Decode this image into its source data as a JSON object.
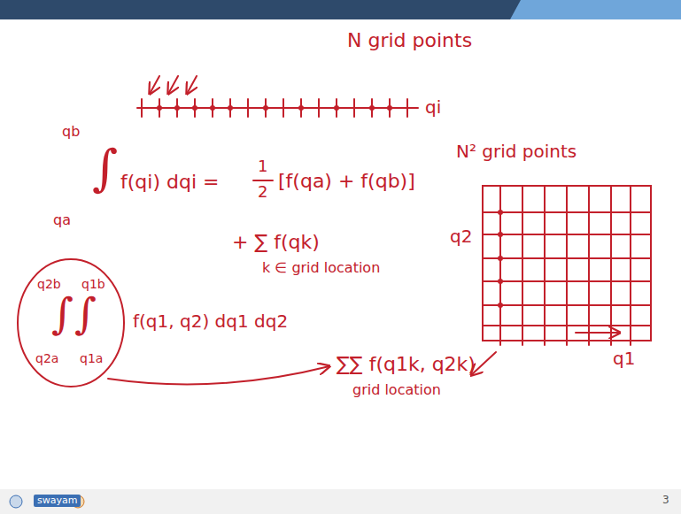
{
  "diagram": {
    "labels": [
      "N grid points",
      "qi",
      "qb",
      "∫",
      "qa",
      "f(qi) dqi =",
      "1",
      "2",
      "[f(qa) + f(qb)]",
      "+ ∑ f(qk)",
      "k ∈ grid location",
      "N² grid points",
      "q2",
      "q1",
      "q2b",
      "∫",
      "q2a",
      "q1b",
      "∫",
      "q1a",
      "f(q1, q2) dq1 dq2",
      "∑∑ f(q1k, q2k)",
      "grid location",
      "swayam",
      "3"
    ]
  }
}
